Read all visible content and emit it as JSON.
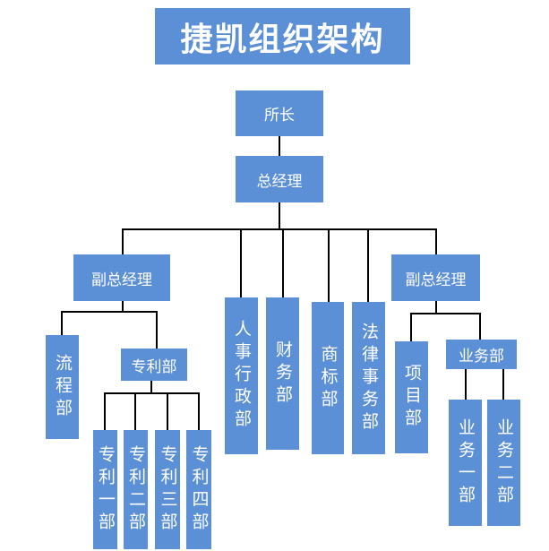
{
  "title": "捷凯组织架构",
  "nodes": {
    "director": "所长",
    "gm": "总经理",
    "vp_left": "副总经理",
    "vp_right": "副总经理",
    "process": "流程部",
    "patent": "专利部",
    "patent1": "专利一部",
    "patent2": "专利二部",
    "patent3": "专利三部",
    "patent4": "专利四部",
    "hr_admin": "人事行政部",
    "finance": "财务部",
    "trademark": "商标部",
    "legal": "法律事务部",
    "project": "项目部",
    "business": "业务部",
    "business1": "业务一部",
    "business2": "业务二部"
  },
  "colors": {
    "box": "#5b8fd6",
    "text": "#ffffff",
    "connector": "#000000"
  }
}
